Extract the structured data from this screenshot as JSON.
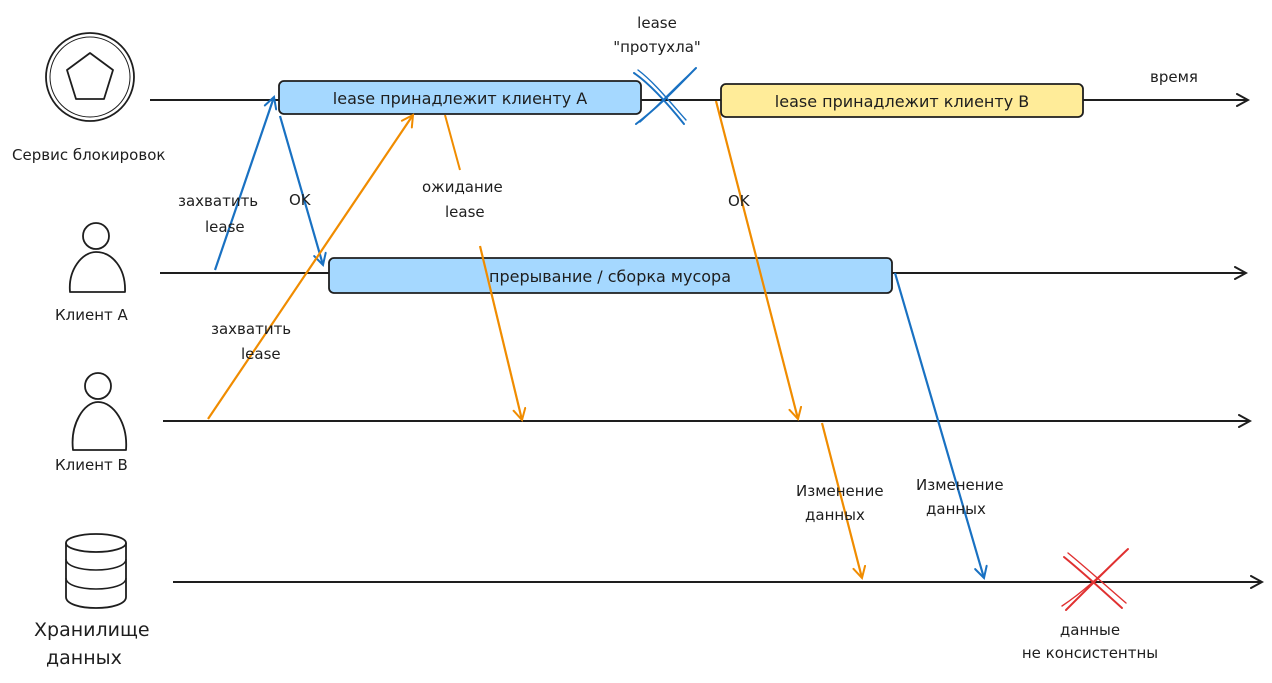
{
  "colors": {
    "blue": "#1971c2",
    "orange": "#f08c00",
    "box_blue_fill": "#a5d8ff",
    "box_yellow_fill": "#ffec99",
    "red": "#e03131",
    "stroke": "#1e1e1e"
  },
  "icons": {
    "lock_service": "pentagon-circle-icon",
    "client_a": "person-icon",
    "client_b": "person-icon",
    "storage": "database-cylinder-icon",
    "lease_expired": "cross-mark-icon",
    "data_inconsistent": "cross-mark-icon"
  },
  "actors": {
    "lock_service": "Сервис блокировок",
    "client_a": "Клиент А",
    "client_b": "Клиент В",
    "storage_line1": "Хранилище",
    "storage_line2": "данных"
  },
  "timeline": {
    "time_label": "время"
  },
  "boxes": {
    "lease_a": "lease принадлежит клиенту А",
    "lease_b": "lease принадлежит клиенту В",
    "pause": "прерывание / сборка мусора"
  },
  "messages": {
    "acquire_a_1": "захватить",
    "acquire_a_2": "lease",
    "ok_a": "OK",
    "acquire_b_1": "захватить",
    "acquire_b_2": "lease",
    "wait_1": "ожидание",
    "wait_2": "lease",
    "ok_b": "OK",
    "write_b_1": "Изменение",
    "write_b_2": "данных",
    "write_a_1": "Изменение",
    "write_a_2": "данных"
  },
  "annotations": {
    "lease_expired_1": "lease",
    "lease_expired_2": "\"протухла\"",
    "inconsistent_1": "данные",
    "inconsistent_2": "не консистентны"
  }
}
